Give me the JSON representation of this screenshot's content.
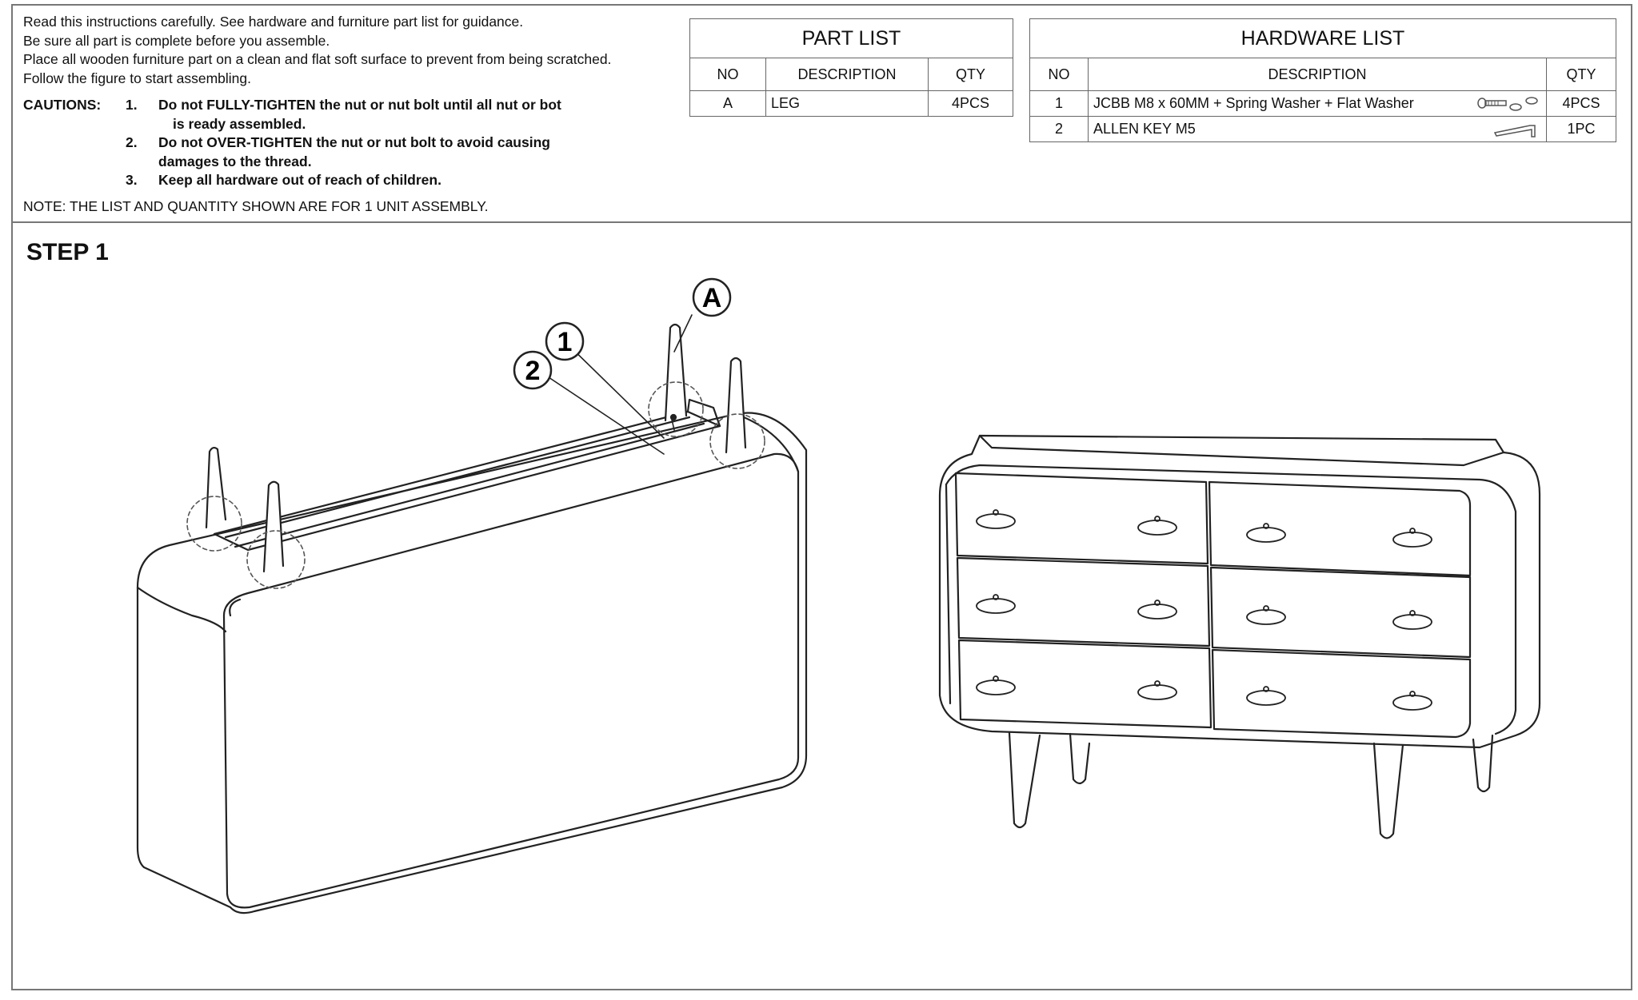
{
  "intro": {
    "lines": [
      "Read this instructions carefully. See hardware and furniture part list for guidance.",
      "Be sure all part is complete before you assemble.",
      "Place all wooden furniture part on a clean and flat soft surface to prevent from being scratched.",
      "Follow the figure to start assembling."
    ]
  },
  "cautions": {
    "label": "CAUTIONS:",
    "items": [
      {
        "num": "1.",
        "lines": [
          "Do not FULLY-TIGHTEN the nut or nut bolt until all nut or bot",
          "is ready assembled."
        ]
      },
      {
        "num": "2.",
        "lines": [
          "Do not OVER-TIGHTEN the nut or nut bolt to avoid causing",
          "damages to the thread."
        ]
      },
      {
        "num": "3.",
        "lines": [
          "Keep all hardware out of reach of children."
        ]
      }
    ]
  },
  "note": "NOTE: THE LIST AND QUANTITY SHOWN ARE FOR 1 UNIT ASSEMBLY.",
  "part_list": {
    "title": "PART LIST",
    "headers": [
      "NO",
      "DESCRIPTION",
      "QTY"
    ],
    "rows": [
      {
        "no": "A",
        "description": "LEG",
        "qty": "4PCS"
      }
    ]
  },
  "hardware_list": {
    "title": "HARDWARE LIST",
    "headers": [
      "NO",
      "DESCRIPTION",
      "QTY"
    ],
    "rows": [
      {
        "no": "1",
        "description": "JCBB M8 x 60MM + Spring Washer + Flat Washer",
        "qty": "4PCS",
        "icon": "bolt-washer-icon"
      },
      {
        "no": "2",
        "description": "ALLEN KEY M5",
        "qty": "1PC",
        "icon": "allen-key-icon"
      }
    ]
  },
  "step": {
    "title": "STEP 1",
    "callouts": {
      "leg": "A",
      "bolt": "1",
      "key": "2"
    }
  }
}
